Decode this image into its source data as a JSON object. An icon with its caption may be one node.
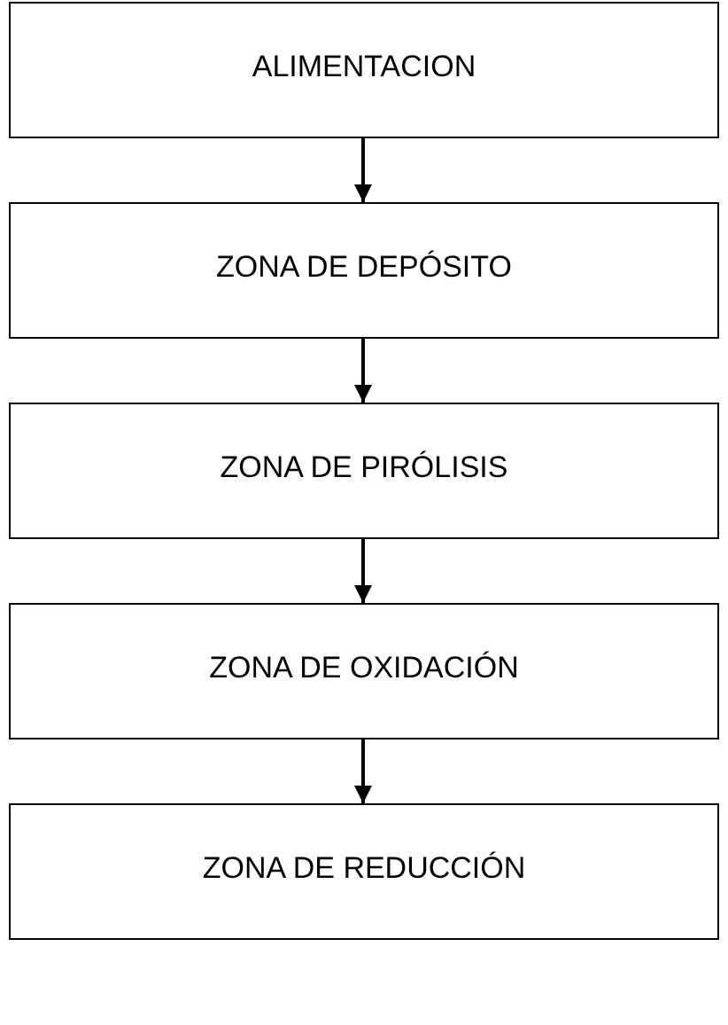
{
  "diagram": {
    "nodes": [
      {
        "text": [
          "ALIMENTACION"
        ]
      },
      {
        "text": [
          "ZONA DE DEPÓSITO"
        ]
      },
      {
        "text": [
          "ZONA DE PIRÓLISIS"
        ]
      },
      {
        "text": [
          "ZONA DE OXIDACIÓN"
        ]
      },
      {
        "text": [
          "ZONA DE REDUCCIÓN"
        ]
      }
    ],
    "edges": [
      {
        "from": 0,
        "to": 1,
        "arrow": "to"
      },
      {
        "from": 1,
        "to": 2,
        "arrow": "to"
      },
      {
        "from": 2,
        "to": 3,
        "arrow": "to"
      },
      {
        "from": 3,
        "to": 4,
        "arrow": "to"
      }
    ]
  }
}
